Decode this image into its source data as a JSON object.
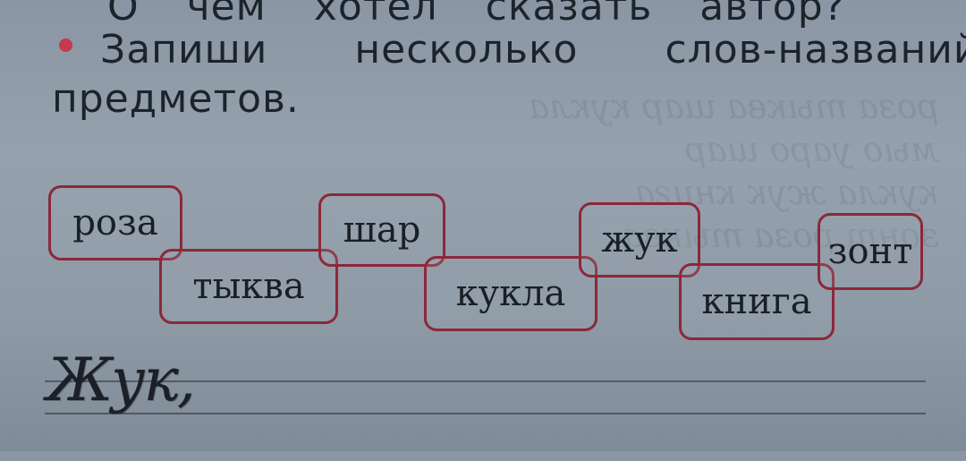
{
  "text": {
    "top_line": "О чем хотел сказать автор?",
    "task_line1": "Запиши несколько слов-названий",
    "task_line2": "предметов."
  },
  "word_boxes": [
    "роза",
    "тыква",
    "шар",
    "кукла",
    "жук",
    "книга",
    "зонт"
  ],
  "handwritten_answer": "Жук,",
  "colors": {
    "box_border": "#8c2839",
    "bullet": "#c23a4c"
  }
}
